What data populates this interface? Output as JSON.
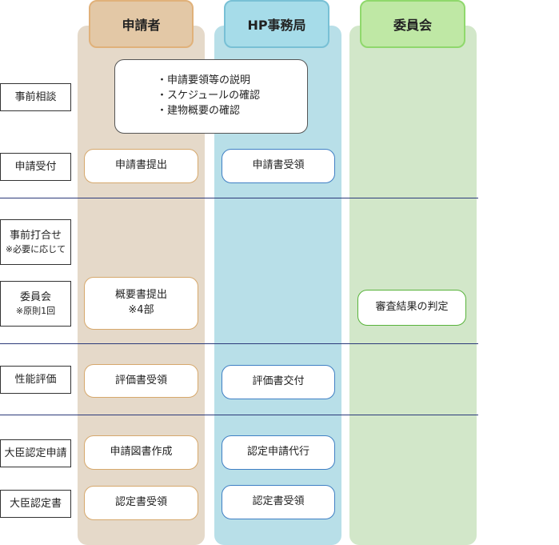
{
  "columns": {
    "applicant": "申請者",
    "office": "HP事務局",
    "committee": "委員会"
  },
  "stages": {
    "pre_consult": {
      "label": "事前相談"
    },
    "reception": {
      "label": "申請受付"
    },
    "pre_meeting": {
      "label": "事前打合せ",
      "note": "※必要に応じて"
    },
    "committee": {
      "label": "委員会",
      "note": "※原則1回"
    },
    "performance": {
      "label": "性能評価"
    },
    "minister_app": {
      "label": "大臣認定申請"
    },
    "minister_cert": {
      "label": "大臣認定書"
    }
  },
  "boxes": {
    "consult_items": [
      "・申請要領等の説明",
      "・スケジュールの確認",
      "・建物概要の確認"
    ],
    "submit_application": "申請書提出",
    "receive_application": "申請書受領",
    "submit_summary": "概要書提出",
    "submit_summary_note": "※4部",
    "review_judgment": "審査結果の判定",
    "receive_evaluation": "評価書受領",
    "issue_evaluation": "評価書交付",
    "create_docs": "申請図書作成",
    "proxy_application": "認定申請代行",
    "receive_cert_applicant": "認定書受領",
    "receive_cert_office": "認定書受領"
  }
}
